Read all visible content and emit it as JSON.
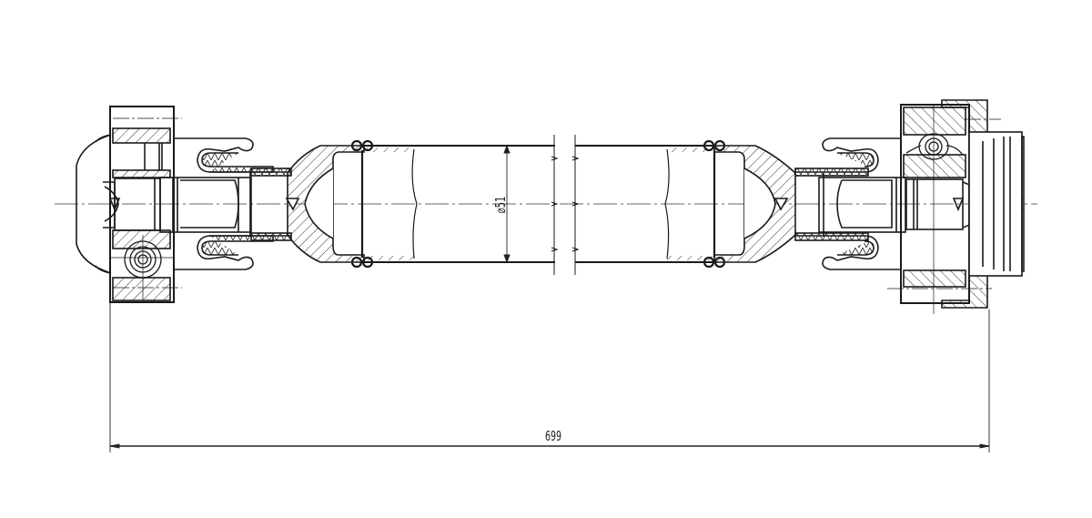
{
  "drawing": {
    "subject": "drive shaft assembly cross-section",
    "colors": {
      "line": "#1a1a1a",
      "background": "#ffffff",
      "hatch": "#333333"
    }
  },
  "dimensions": {
    "overall_length": "699",
    "tube_diameter": "⌀51"
  },
  "components": [
    {
      "name": "left-guard-cone"
    },
    {
      "name": "left-yoke-cross-section"
    },
    {
      "name": "left-grease-nipple"
    },
    {
      "name": "left-bearing-cup"
    },
    {
      "name": "left-boot-bellows"
    },
    {
      "name": "left-tube-weld-yoke"
    },
    {
      "name": "left-tube-clamp-rings"
    },
    {
      "name": "tube-break-section"
    },
    {
      "name": "right-tube-clamp-rings"
    },
    {
      "name": "right-tube-weld-yoke"
    },
    {
      "name": "right-boot-bellows"
    },
    {
      "name": "right-yoke-cross-section"
    },
    {
      "name": "right-grease-nipple"
    },
    {
      "name": "right-flange-coupler"
    }
  ]
}
